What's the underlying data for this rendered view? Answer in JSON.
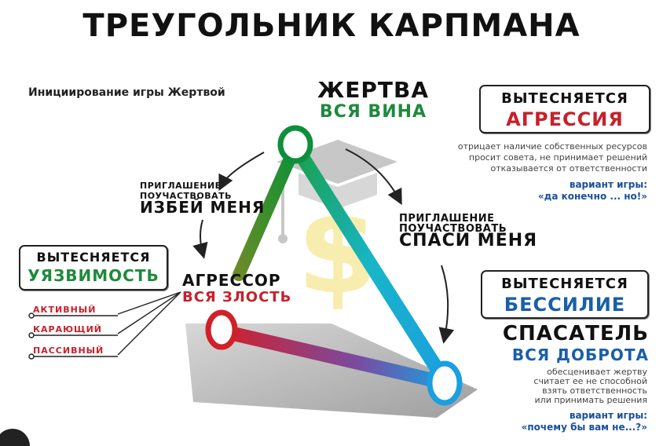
{
  "title": "ТРЕУГОЛЬНИК КАРПМАНА",
  "initiation_label": "Инициирование игры Жертвой",
  "victim": {
    "name": "ЖЕРТВА",
    "subtitle": "ВСЯ ВИНА",
    "displaced_label": "ВЫТЕСНЯЕТСЯ",
    "displaced_value": "АГРЕССИЯ",
    "description": [
      "отрицает наличие собственных ресурсов",
      "просит совета, не принимает решений",
      "отказывается от ответственности"
    ],
    "variant_label": "вариант игры:",
    "variant_value": "«да конечно ... но!»"
  },
  "aggressor": {
    "name": "АГРЕССОР",
    "subtitle": "ВСЯ ЗЛОСТЬ",
    "displaced_label": "ВЫТЕСНЯЕТСЯ",
    "displaced_value": "УЯЗВИМОСТЬ",
    "types": [
      "АКТИВНЫЙ",
      "КАРАЮЩИЙ",
      "ПАССИВНЫЙ"
    ]
  },
  "rescuer": {
    "name": "СПАСАТЕЛЬ",
    "subtitle": "ВСЯ ДОБРОТА",
    "displaced_label": "ВЫТЕСНЯЕТСЯ",
    "displaced_value": "БЕССИЛИЕ",
    "description": [
      "обесценивает жертву",
      "считает ее не способной",
      "взять ответственность",
      "или принимать решения"
    ],
    "variant_label": "вариант игры:",
    "variant_value": "«почему бы вам не...?»"
  },
  "invite_left": {
    "line1": "ПРИГЛАШЕНИЕ",
    "line2": "ПОУЧАСТВОВАТЬ",
    "line3": "ИЗБЕЙ МЕНЯ"
  },
  "invite_right": {
    "line1": "ПРИГЛАШЕНИЕ",
    "line2": "ПОУЧАСТВОВАТЬ",
    "line3": "СПАСИ МЕНЯ"
  },
  "colors": {
    "victim": "#0e8f3a",
    "aggressor": "#d0202a",
    "rescuer": "#1a9fe0",
    "box_accent_red": "#c8202a",
    "box_accent_green": "#1f8a3c",
    "box_accent_blue": "#1a5fa8",
    "watermark": "#f3e27a"
  },
  "icons": [
    "graduation-cap-icon",
    "dollar-sign-icon"
  ]
}
